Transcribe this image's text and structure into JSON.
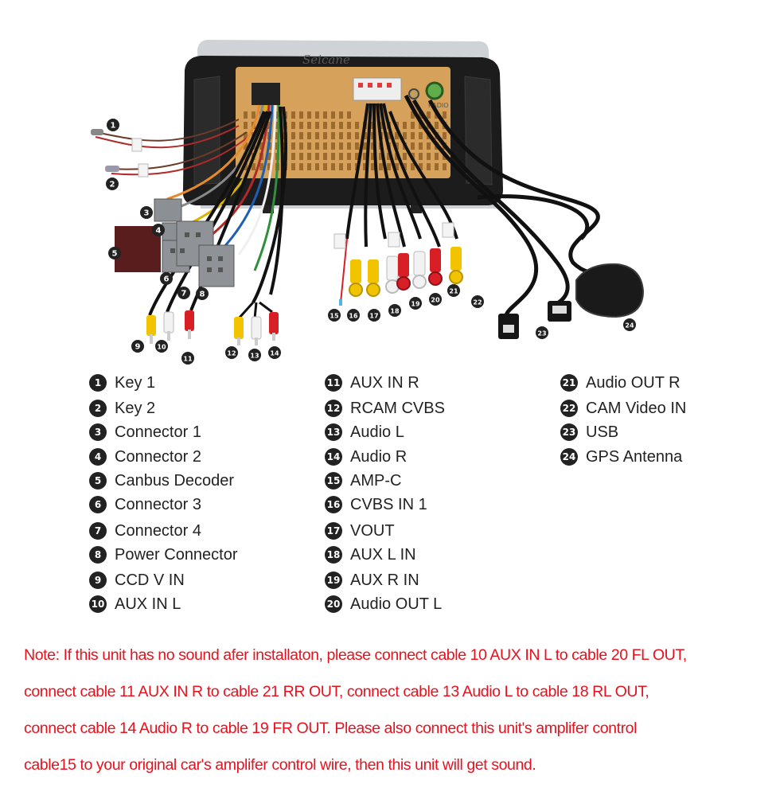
{
  "brand_watermark": "Seicane",
  "radio_port_label": "RADIO",
  "colors": {
    "badge": "#222222",
    "note_text": "#e8111e",
    "board": "#d6a15a",
    "unit_body": "#1c1c1c",
    "cable": "#111111",
    "rca_yellow": "#f2c400",
    "rca_white": "#f2f2f2",
    "rca_red": "#d81f26"
  },
  "callouts": [
    {
      "id": "1",
      "label": "Key 1"
    },
    {
      "id": "2",
      "label": "Key 2"
    },
    {
      "id": "3",
      "label": "Connector 1"
    },
    {
      "id": "4",
      "label": "Connector 2"
    },
    {
      "id": "5",
      "label": "Canbus Decoder"
    },
    {
      "id": "6",
      "label": "Connector 3"
    },
    {
      "id": "7",
      "label": "Connector 4"
    },
    {
      "id": "8",
      "label": "Power Connector"
    },
    {
      "id": "9",
      "label": "CCD V IN"
    },
    {
      "id": "10",
      "label": "AUX IN L"
    },
    {
      "id": "11",
      "label": "AUX IN R"
    },
    {
      "id": "12",
      "label": "RCAM CVBS"
    },
    {
      "id": "13",
      "label": "Audio L"
    },
    {
      "id": "14",
      "label": "Audio R"
    },
    {
      "id": "15",
      "label": "AMP-C"
    },
    {
      "id": "16",
      "label": "CVBS IN 1"
    },
    {
      "id": "17",
      "label": "VOUT"
    },
    {
      "id": "18",
      "label": "AUX L IN"
    },
    {
      "id": "19",
      "label": "AUX R IN"
    },
    {
      "id": "20",
      "label": "Audio OUT L"
    },
    {
      "id": "21",
      "label": "Audio OUT R"
    },
    {
      "id": "22",
      "label": "CAM Video IN"
    },
    {
      "id": "23",
      "label": "USB"
    },
    {
      "id": "24",
      "label": "GPS Antenna"
    }
  ],
  "note": {
    "lines": [
      "Note: If this unit has no sound afer installaton, please connect cable 10 AUX IN L to cable 20 FL OUT,",
      "connect cable 11 AUX IN R to cable 21 RR OUT, connect cable 13 Audio L to cable 18 RL OUT,",
      "connect cable 14 Audio R to cable 19 FR OUT. Please also connect this unit's amplifer control",
      "cable15 to your original car's amplifer control wire, then this unit will get sound."
    ]
  }
}
